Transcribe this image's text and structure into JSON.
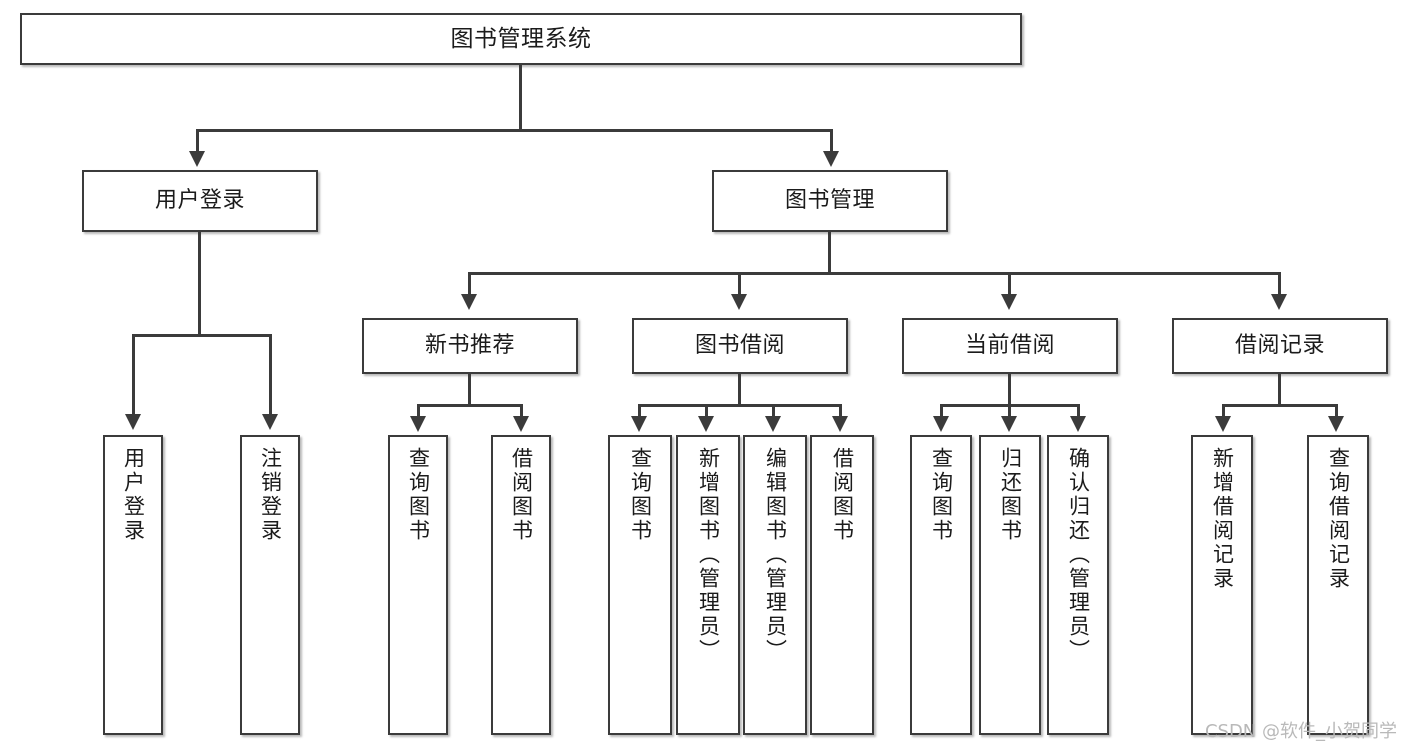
{
  "diagram": {
    "title": "图书管理系统",
    "type": "tree",
    "watermark": "CSDN @软件_小贺同学",
    "colors": {
      "box_border": "#3b3b3b",
      "box_fill": "#ffffff",
      "connector": "#3b3b3b",
      "text": "#1b1b1b",
      "watermark": "#b9b9b9",
      "background": "#ffffff"
    },
    "root": {
      "label": "图书管理系统"
    },
    "level2": [
      {
        "label": "用户登录"
      },
      {
        "label": "图书管理"
      }
    ],
    "level3": [
      {
        "label": "新书推荐"
      },
      {
        "label": "图书借阅"
      },
      {
        "label": "当前借阅"
      },
      {
        "label": "借阅记录"
      }
    ],
    "leaves": {
      "user_login": [
        {
          "label": "用户登录"
        },
        {
          "label": "注销登录"
        }
      ],
      "new_book_recommend": [
        {
          "label": "查询图书"
        },
        {
          "label": "借阅图书"
        }
      ],
      "book_borrow": [
        {
          "label": "查询图书"
        },
        {
          "label": "新增图书（管理员）"
        },
        {
          "label": "编辑图书（管理员）"
        },
        {
          "label": "借阅图书"
        }
      ],
      "current_borrow": [
        {
          "label": "查询图书"
        },
        {
          "label": "归还图书"
        },
        {
          "label": "确认归还（管理员）"
        }
      ],
      "borrow_record": [
        {
          "label": "新增借阅记录"
        },
        {
          "label": "查询借阅记录"
        }
      ]
    }
  }
}
